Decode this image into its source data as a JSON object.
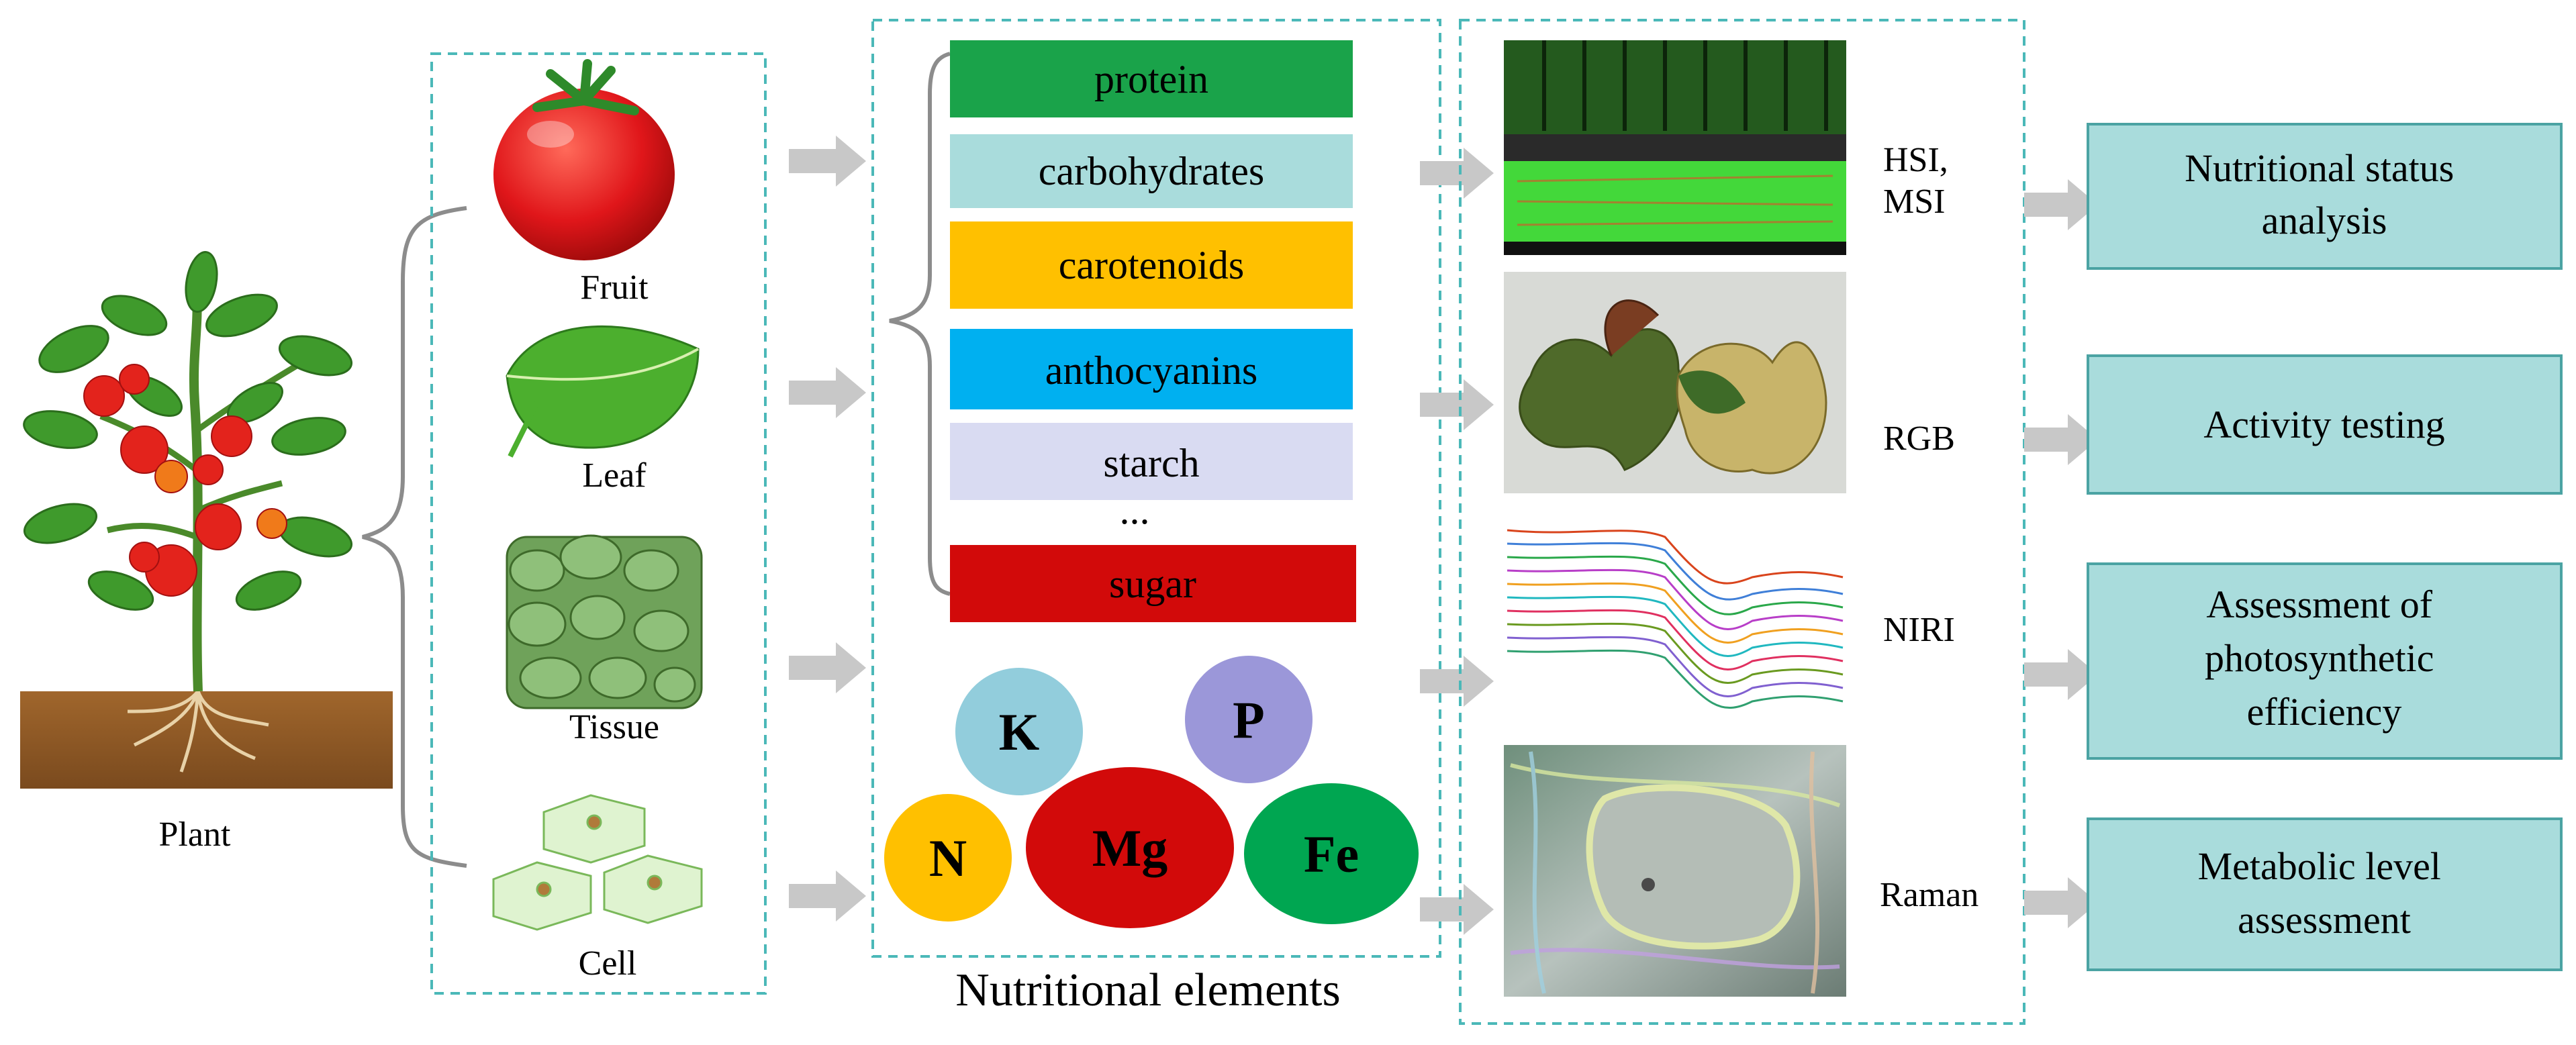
{
  "diagram": {
    "plant_label": "Plant",
    "parts": [
      {
        "label": "Fruit"
      },
      {
        "label": "Leaf"
      },
      {
        "label": "Tissue"
      },
      {
        "label": "Cell"
      }
    ],
    "nutrients": [
      {
        "label": "protein",
        "color": "#1aa34a"
      },
      {
        "label": "carbohydrates",
        "color": "#a9dcdc"
      },
      {
        "label": "carotenoids",
        "color": "#ffc000"
      },
      {
        "label": "anthocyanins",
        "color": "#00b0f0"
      },
      {
        "label": "starch",
        "color": "#d9dbf2"
      },
      {
        "label": "sugar",
        "color": "#d20a0a"
      }
    ],
    "ellipsis": "...",
    "elements": [
      {
        "label": "K",
        "color": "#92cddc"
      },
      {
        "label": "P",
        "color": "#9b97d9"
      },
      {
        "label": "N",
        "color": "#ffc000"
      },
      {
        "label": "Mg",
        "color": "#d20a0a"
      },
      {
        "label": "Fe",
        "color": "#00a651"
      }
    ],
    "nutrition_caption": "Nutritional elements",
    "methods": [
      {
        "label_lines": [
          "HSI,",
          "MSI"
        ]
      },
      {
        "label_lines": [
          "RGB"
        ]
      },
      {
        "label_lines": [
          "NIRI"
        ]
      },
      {
        "label_lines": [
          "Raman"
        ]
      }
    ],
    "outcomes": [
      {
        "lines": [
          "Nutritional status",
          "analysis"
        ]
      },
      {
        "lines": [
          "Activity testing"
        ]
      },
      {
        "lines": [
          "Assessment of",
          "photosynthetic",
          "efficiency"
        ]
      },
      {
        "lines": [
          "Metabolic level",
          "assessment"
        ]
      }
    ],
    "colors": {
      "dashed_border": "#4bb8b8",
      "arrow": "#c8c8c8",
      "outcome_fill": "#a9dcdc",
      "outcome_border": "#4ba3a3",
      "brace": "#8c8c8c"
    }
  }
}
